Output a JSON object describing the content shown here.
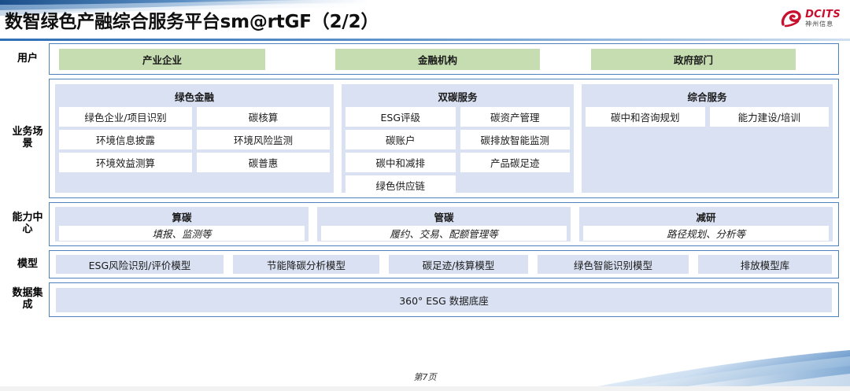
{
  "header": {
    "title": "数智绿色产融综合服务平台sm@rtGF（2/2）",
    "logo": {
      "mark_name": "dcits-swirl-icon",
      "main_text": "DCITS",
      "sub_text": "神州信息",
      "brand_color": "#c8102e"
    }
  },
  "colors": {
    "accent_blue": "#4f81bd",
    "panel_blue": "#d9e1f2",
    "user_green": "#c6ddb2",
    "rule_blue": "#2f6fb5"
  },
  "rows": {
    "users": {
      "label": "用户",
      "boxes": [
        {
          "label": "产业企业"
        },
        {
          "label": "金融机构"
        },
        {
          "label": "政府部门"
        }
      ]
    },
    "scenario": {
      "label": "业务场景",
      "panels": [
        {
          "title": "绿色金融",
          "items": [
            "绿色企业/项目识别",
            "碳核算",
            "环境信息披露",
            "环境风险监测",
            "环境效益测算",
            "碳普惠"
          ]
        },
        {
          "title": "双碳服务",
          "items": [
            "ESG评级",
            "碳资产管理",
            "碳账户",
            "碳排放智能监测",
            "碳中和减排",
            "产品碳足迹",
            "绿色供应链"
          ]
        },
        {
          "title": "综合服务",
          "items": [
            "碳中和咨询规划",
            "能力建设/培训"
          ]
        }
      ]
    },
    "capability": {
      "label": "能力中心",
      "panels": [
        {
          "title": "算碳",
          "subtitle": "填报、监测等"
        },
        {
          "title": "管碳",
          "subtitle": "履约、交易、配额管理等"
        },
        {
          "title": "减研",
          "subtitle": "路径规划、分析等"
        }
      ]
    },
    "model": {
      "label": "模型",
      "boxes": [
        {
          "label": "ESG风险识别/评价模型"
        },
        {
          "label": "节能降碳分析模型"
        },
        {
          "label": "碳足迹/核算模型"
        },
        {
          "label": "绿色智能识别模型"
        },
        {
          "label": "排放模型库"
        }
      ]
    },
    "data": {
      "label": "数据集成",
      "box": {
        "label": "360° ESG 数据底座"
      }
    }
  },
  "footer": {
    "page_label": "第7页"
  }
}
